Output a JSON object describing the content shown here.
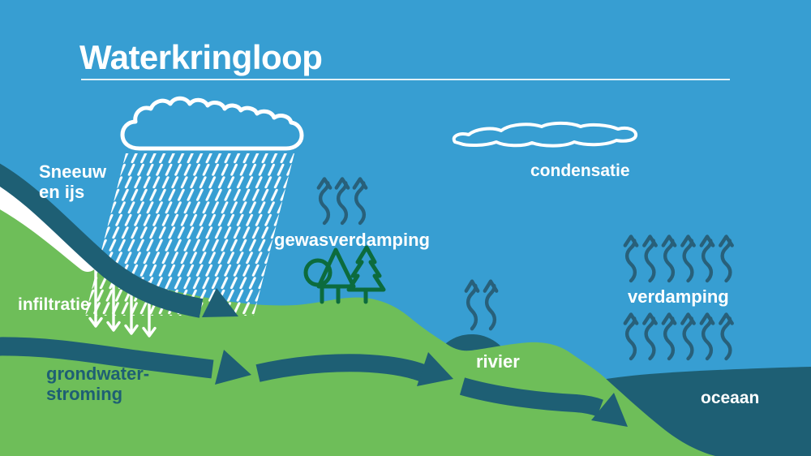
{
  "title": "Waterkringloop",
  "labels": {
    "snow": {
      "line1": "Sneeuw",
      "line2": "en ijs"
    },
    "infiltration": "infiltratie",
    "groundwater": {
      "line1": "grondwater-",
      "line2": "stroming"
    },
    "crop_evaporation": "gewasverdamping",
    "condensation": "condensatie",
    "river": "rivier",
    "evaporation": "verdamping",
    "ocean": "oceaan"
  },
  "palette": {
    "sky_blue": "#379ED2",
    "land_green": "#6EBE59",
    "water_teal": "#1E5F74",
    "tree_green": "#0C6B3D",
    "text_light": "#FFFFFF"
  },
  "icons": [
    "rain-cloud-icon",
    "rain-icon",
    "condensation-cloud-icon",
    "evaporation-wavy-arrow-icon",
    "infiltration-arrow-icon",
    "flow-arrow-icon",
    "tree-icon"
  ]
}
